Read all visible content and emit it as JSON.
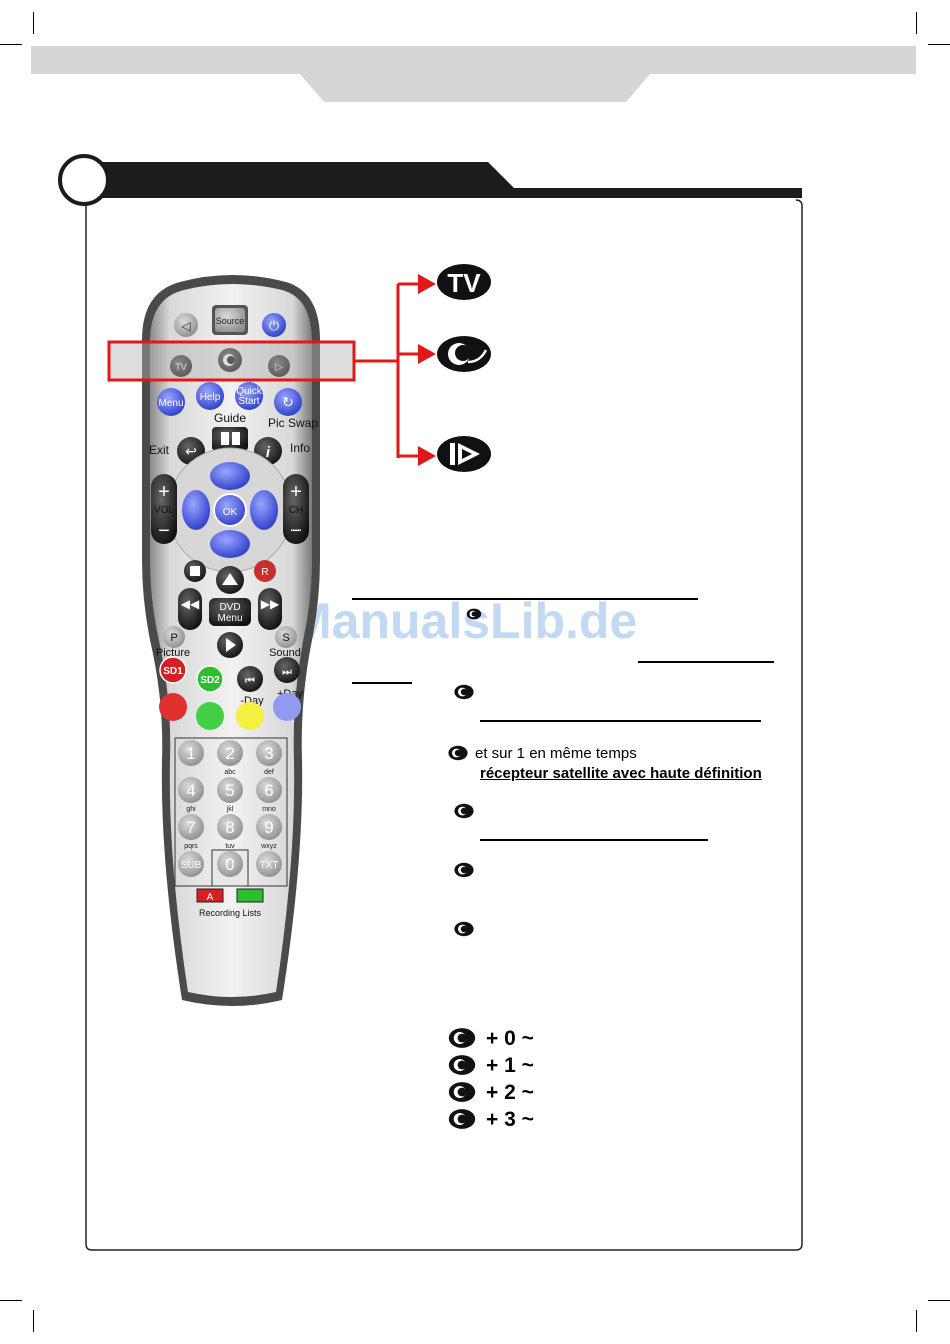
{
  "remote": {
    "source": "Source",
    "tv": "TV",
    "menu": "Menu",
    "help": "Help",
    "quick_start_line1": "Quick",
    "quick_start_line2": "Start",
    "guide": "Guide",
    "pic_swap": "Pic Swap",
    "exit": "Exit",
    "info": "Info",
    "vol": "VOL",
    "ch": "CH",
    "ok": "OK",
    "rec": "R",
    "dvd_menu_line1": "DVD",
    "dvd_menu_line2": "Menu",
    "p": "P",
    "s": "S",
    "picture": "Picture",
    "sound": "Sound",
    "sd1": "SD1",
    "sd2": "SD2",
    "minus_day": "-Day",
    "plus_day": "+Day",
    "sub": "SUB",
    "txt": "TXT",
    "rec_a": "A",
    "recording_lists": "Recording Lists",
    "keys": [
      {
        "n": "1",
        "sub": ""
      },
      {
        "n": "2",
        "sub": "abc"
      },
      {
        "n": "3",
        "sub": "def"
      },
      {
        "n": "4",
        "sub": "ghi"
      },
      {
        "n": "5",
        "sub": "jkl"
      },
      {
        "n": "6",
        "sub": "mno"
      },
      {
        "n": "7",
        "sub": "pqrs"
      },
      {
        "n": "8",
        "sub": "tuv"
      },
      {
        "n": "9",
        "sub": "wxyz"
      },
      {
        "n": "0",
        "sub": ""
      }
    ]
  },
  "modes": {
    "tv_badge": "TV"
  },
  "instructions": {
    "line1": "et sur 1 en même temps",
    "line2": "récepteur satellite avec haute définition"
  },
  "combos": [
    "+ 0 ~",
    "+ 1 ~",
    "+ 2 ~",
    "+ 3 ~"
  ],
  "watermark": "ManualsLib.de",
  "colors": {
    "header_gray": "#d6d6d6",
    "title_bar": "#1c1c1c",
    "highlight_red": "#e01818",
    "remote_blue": "#3a4fd8",
    "remote_silver": "#c9c9c9"
  }
}
